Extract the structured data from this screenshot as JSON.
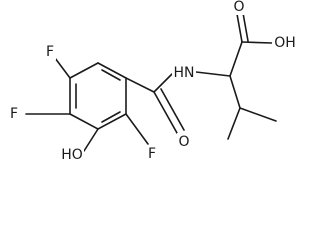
{
  "molecule": {
    "atoms": {
      "f_top": "F",
      "f_left": "F",
      "f_bottom": "F",
      "oh_phenol": "HO",
      "nh": "HN",
      "o_amide": "O",
      "o_acid": "O",
      "oh_acid": "OH"
    }
  },
  "colors": {
    "ink": "#1a1a1a",
    "background": "#ffffff"
  }
}
